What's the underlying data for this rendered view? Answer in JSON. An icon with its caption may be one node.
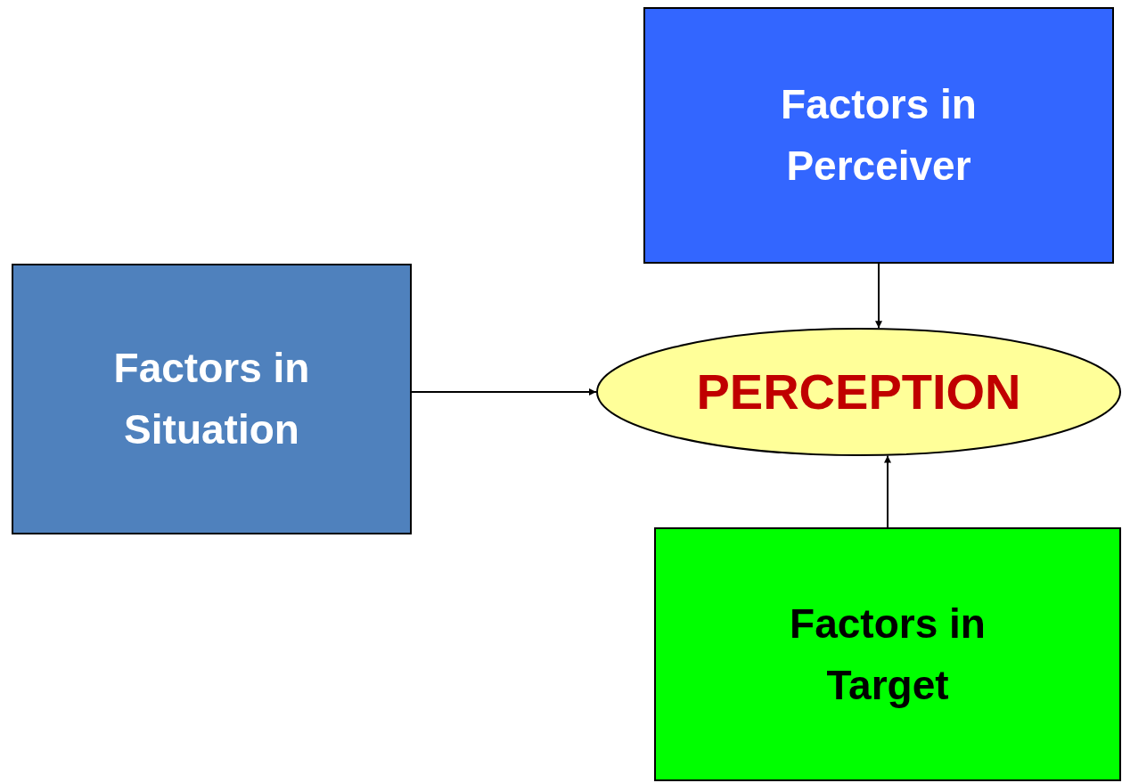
{
  "diagram": {
    "nodes": [
      {
        "text": [
          "Factors in Perceiver"
        ]
      },
      {
        "text": [
          "Factors in Situation"
        ]
      },
      {
        "text": [
          "PERCEPTION"
        ]
      },
      {
        "text": [
          "Factors in Target"
        ]
      }
    ],
    "edges": [
      {
        "from": 0,
        "to": 2,
        "arrow": "to"
      },
      {
        "from": 1,
        "to": 2,
        "arrow": "to"
      },
      {
        "from": 3,
        "to": 2,
        "arrow": "to"
      }
    ]
  }
}
